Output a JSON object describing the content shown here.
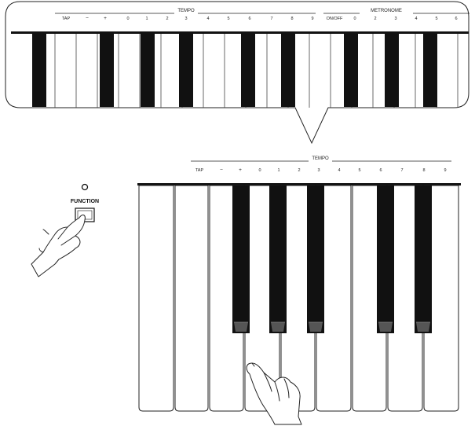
{
  "callout_panel": {
    "tempo_group_label": "TEMPO",
    "metronome_group_label": "METRONOME",
    "tempo_keys": [
      "TAP",
      "−",
      "+",
      "0",
      "1",
      "2",
      "3",
      "4",
      "5",
      "6",
      "7",
      "8",
      "9"
    ],
    "metronome_keys": [
      "ON/OFF",
      "0",
      "2",
      "3",
      "4",
      "5",
      "6"
    ]
  },
  "main_keyboard": {
    "tempo_group_label": "TEMPO",
    "tempo_keys": [
      "TAP",
      "−",
      "+",
      "0",
      "1",
      "2",
      "3",
      "4",
      "5",
      "6",
      "7",
      "8",
      "9"
    ]
  },
  "function_button": {
    "label": "FUNCTION"
  },
  "icons": [
    "indicator-led-icon",
    "pointing-hand-icon",
    "pressing-finger-icon"
  ]
}
